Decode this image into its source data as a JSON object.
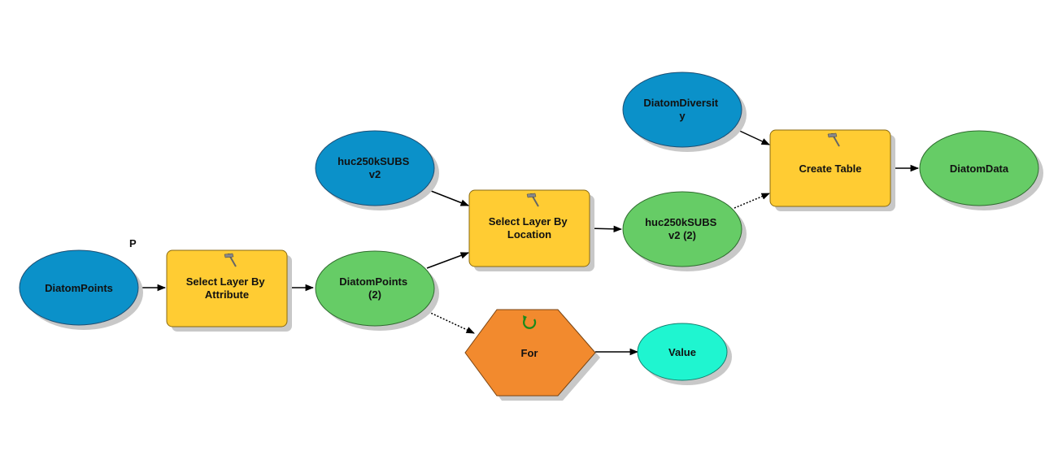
{
  "diagram": {
    "parameter_marker": "P",
    "nodes": {
      "diatom_points": {
        "label_lines": [
          "DiatomPoints"
        ]
      },
      "select_by_attribute": {
        "label_lines": [
          "Select Layer By",
          "Attribute"
        ]
      },
      "diatom_points_2": {
        "label_lines": [
          "DiatomPoints",
          "(2)"
        ]
      },
      "huc250k": {
        "label_lines": [
          "huc250kSUBS",
          "v2"
        ]
      },
      "select_by_location": {
        "label_lines": [
          "Select Layer By",
          "Location"
        ]
      },
      "huc250k_2": {
        "label_lines": [
          "huc250kSUBS",
          "v2 (2)"
        ]
      },
      "diatom_diversity": {
        "label_lines": [
          "DiatomDiversit",
          "y"
        ]
      },
      "create_table": {
        "label_lines": [
          "Create Table"
        ]
      },
      "diatom_data": {
        "label_lines": [
          "DiatomData"
        ]
      },
      "for_iterator": {
        "label_lines": [
          "For"
        ]
      },
      "value": {
        "label_lines": [
          "Value"
        ]
      }
    },
    "colors": {
      "data_input": "#0b91c9",
      "data_derived": "#66cc66",
      "tool": "#ffcc33",
      "iterator": "#f28a2e",
      "iterator_output": "#1ff5d0"
    },
    "icons": {
      "tool": "hammer-icon",
      "iterator": "loop-arrow-icon"
    }
  }
}
